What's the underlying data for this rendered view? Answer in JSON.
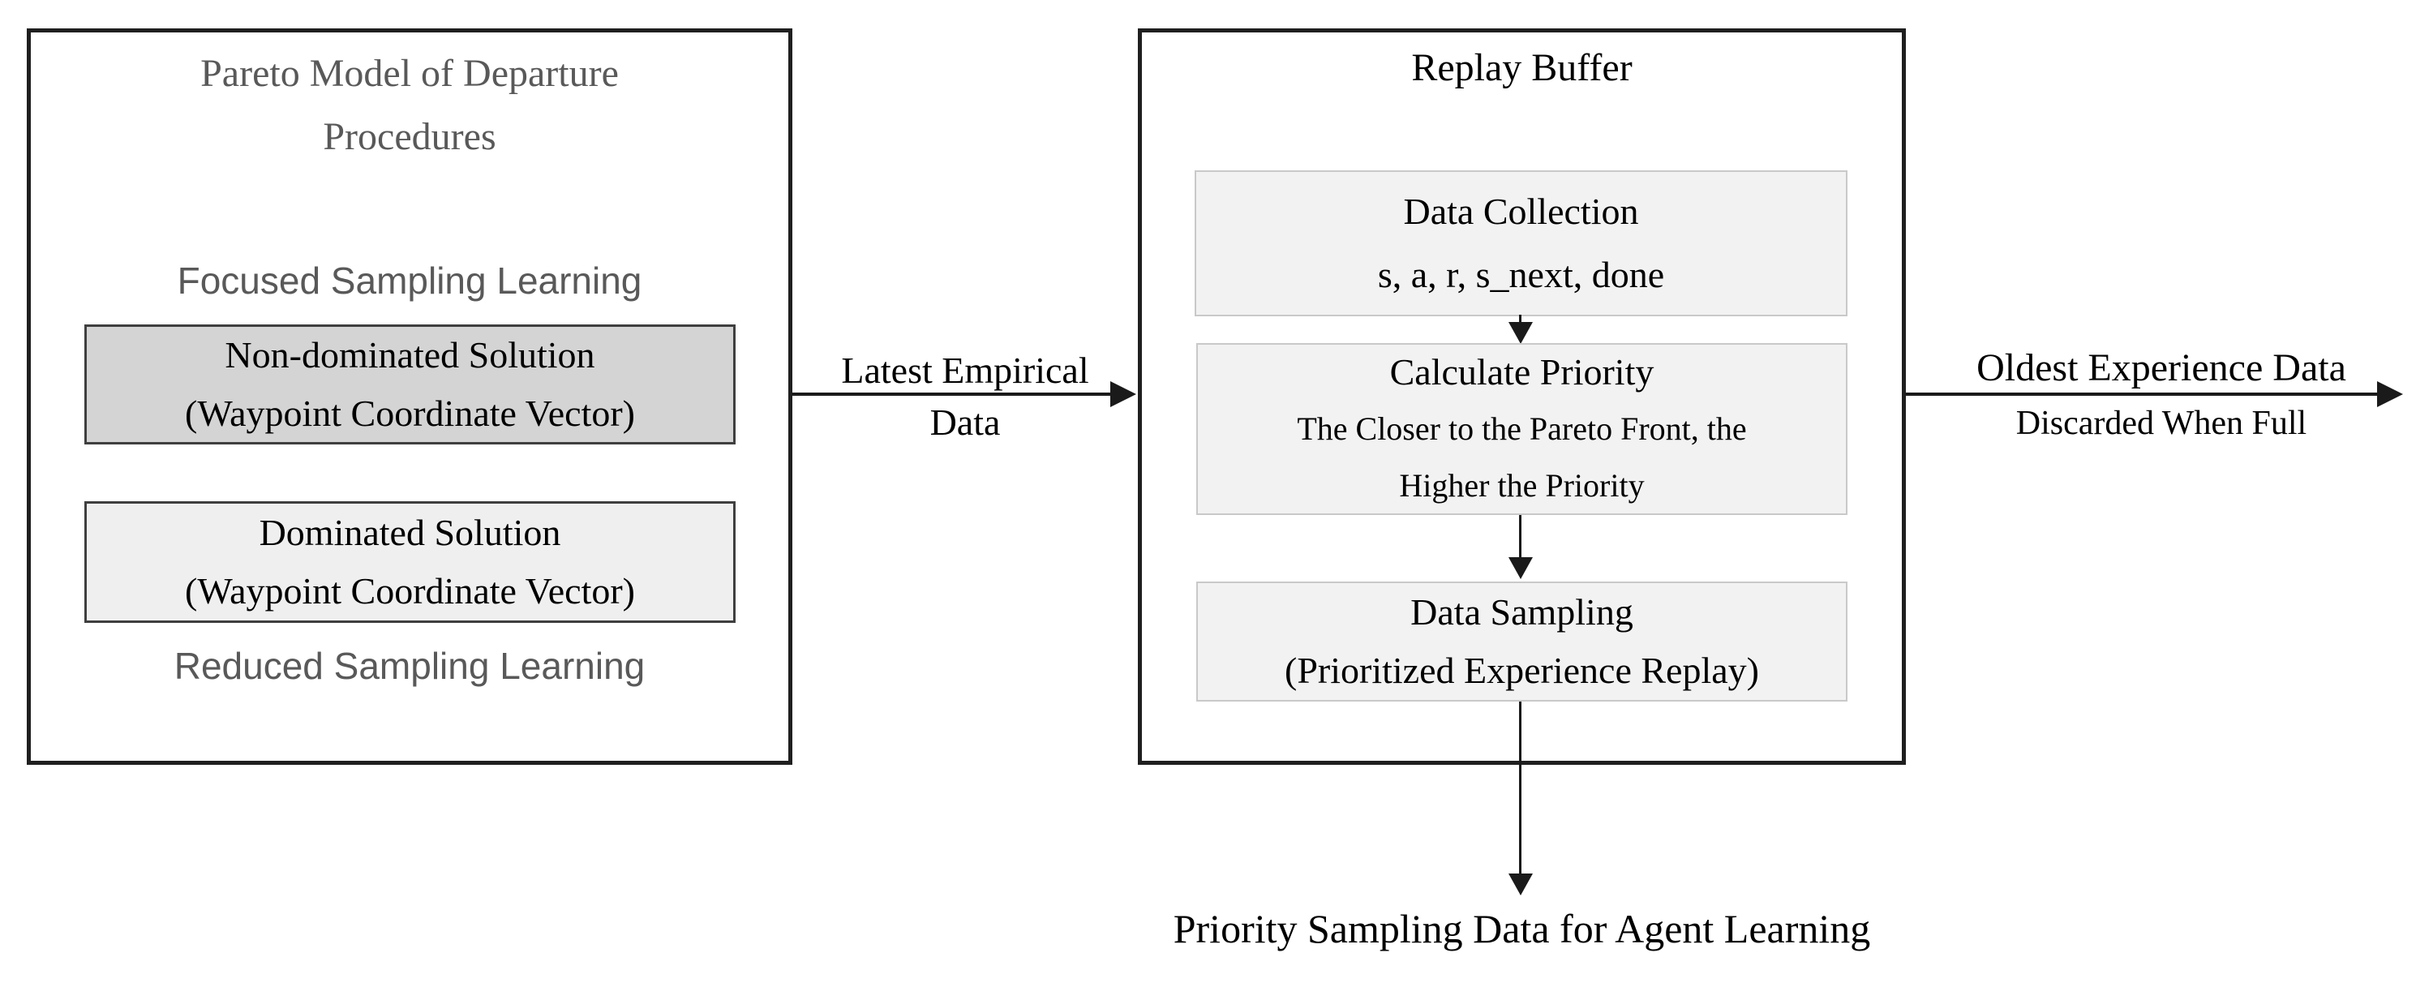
{
  "colors": {
    "background": "#ffffff",
    "outer_border": "#1f1f1f",
    "muted_text": "#595959",
    "text": "#000000",
    "non_dominated_fill": "#d4d4d4",
    "dominated_fill": "#efefef",
    "replay_step_fill": "#f2f2f2",
    "replay_step_border": "#c9c9c9",
    "arrow": "#1a1a1a"
  },
  "left_panel": {
    "title_line1": "Pareto Model of Departure",
    "title_line2": "Procedures",
    "focused_label": "Focused Sampling Learning",
    "non_dominated_line1": "Non-dominated Solution",
    "non_dominated_line2": "(Waypoint Coordinate Vector)",
    "dominated_line1": "Dominated Solution",
    "dominated_line2": "(Waypoint Coordinate Vector)",
    "reduced_label": "Reduced Sampling Learning"
  },
  "replay_panel": {
    "title": "Replay Buffer",
    "data_collection_line1": "Data Collection",
    "data_collection_line2": "s, a, r, s_next, done",
    "calculate_priority_line1": "Calculate Priority",
    "calculate_priority_line2": "The Closer to the Pareto Front, the",
    "calculate_priority_line3": "Higher the Priority",
    "data_sampling_line1": "Data Sampling",
    "data_sampling_line2": "(Prioritized Experience Replay)"
  },
  "flows": {
    "latest_empirical_line1": "Latest Empirical",
    "latest_empirical_line2": "Data",
    "oldest_experience_line1": "Oldest Experience Data",
    "oldest_experience_line2": "Discarded When Full",
    "priority_sampling_label": "Priority Sampling Data for Agent Learning"
  }
}
